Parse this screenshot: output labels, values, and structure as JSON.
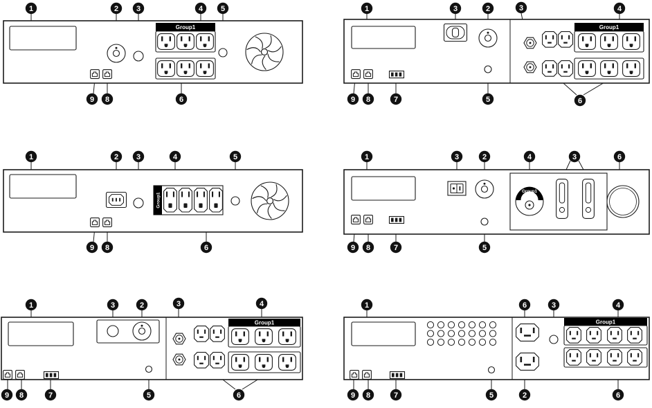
{
  "group_label": "Group1",
  "colors": {
    "line": "#1a1a1a",
    "callout_fill": "#121212",
    "group_header": "#000000"
  },
  "panels": [
    {
      "name": "rear-panel-1",
      "top": [
        "1",
        "2",
        "3",
        "4",
        "5"
      ],
      "bottom": [
        "9",
        "8",
        "6"
      ]
    },
    {
      "name": "rear-panel-2",
      "top": [
        "1",
        "3",
        "2",
        "3",
        "4"
      ],
      "bottom": [
        "9",
        "8",
        "7",
        "5",
        "6"
      ]
    },
    {
      "name": "rear-panel-3",
      "top": [
        "1",
        "2",
        "3",
        "4",
        "5"
      ],
      "bottom": [
        "9",
        "8",
        "6"
      ]
    },
    {
      "name": "rear-panel-4",
      "top": [
        "1",
        "3",
        "2",
        "4",
        "3",
        "6"
      ],
      "bottom": [
        "9",
        "8",
        "7",
        "5"
      ]
    },
    {
      "name": "rear-panel-5",
      "top": [
        "1",
        "3",
        "2",
        "3",
        "4"
      ],
      "bottom": [
        "9",
        "8",
        "7",
        "5",
        "6"
      ]
    },
    {
      "name": "rear-panel-6",
      "top": [
        "1",
        "6",
        "3",
        "4"
      ],
      "bottom": [
        "9",
        "8",
        "7",
        "5",
        "2",
        "6"
      ]
    }
  ]
}
